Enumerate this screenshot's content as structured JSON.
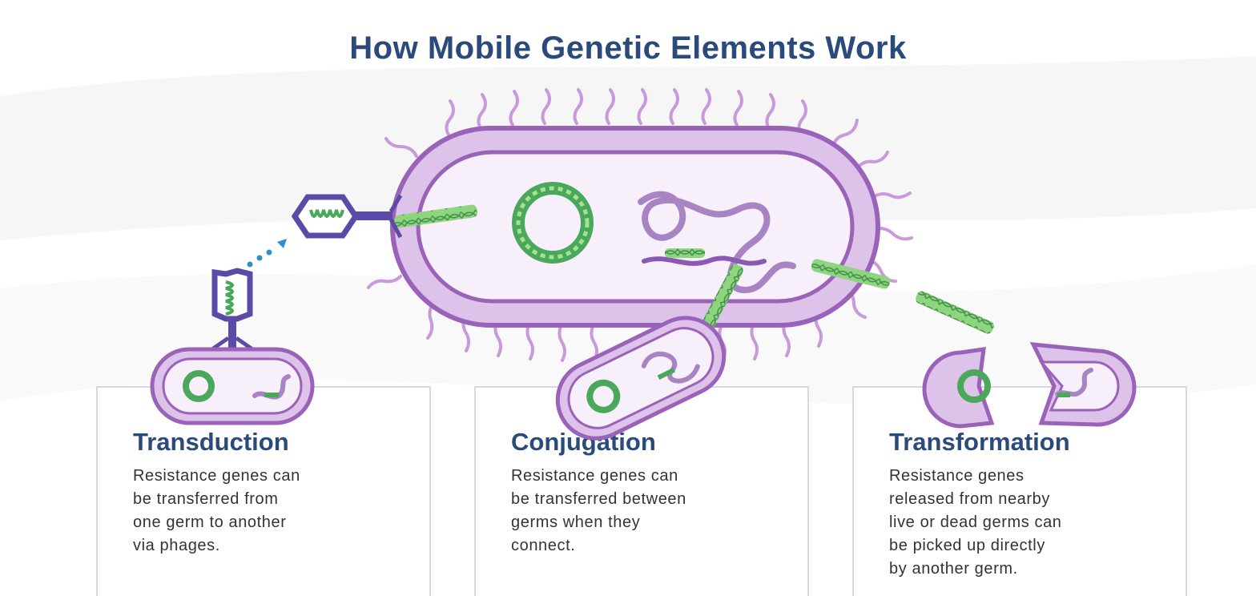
{
  "title": "How Mobile Genetic Elements Work",
  "colors": {
    "title": "#2b4a7c",
    "membrane_dark": "#9a62b8",
    "membrane_light": "#cfa8df",
    "cytoplasm": "#f7effa",
    "dna_green": "#7ccc6e",
    "plasmid_green": "#4aa85a",
    "phage_blue": "#5c4aa8",
    "chromosome": "#a884c4"
  },
  "icons": {
    "donor": "bacterium-with-pili-icon",
    "phage": "bacteriophage-icon",
    "plasmid": "plasmid-icon",
    "chromosome": "chromosome-icon",
    "dna": "dna-fragment-icon"
  },
  "cards": [
    {
      "heading": "Transduction",
      "lines": [
        "Resistance genes can",
        "be transferred from",
        "one germ to another",
        "via phages."
      ]
    },
    {
      "heading": "Conjugation",
      "lines": [
        "Resistance genes can",
        "be transferred between",
        "germs when they",
        "connect."
      ]
    },
    {
      "heading": "Transformation",
      "lines": [
        "Resistance genes",
        "released from nearby",
        "live or dead germs can",
        "be picked up directly",
        "by another germ."
      ]
    }
  ]
}
